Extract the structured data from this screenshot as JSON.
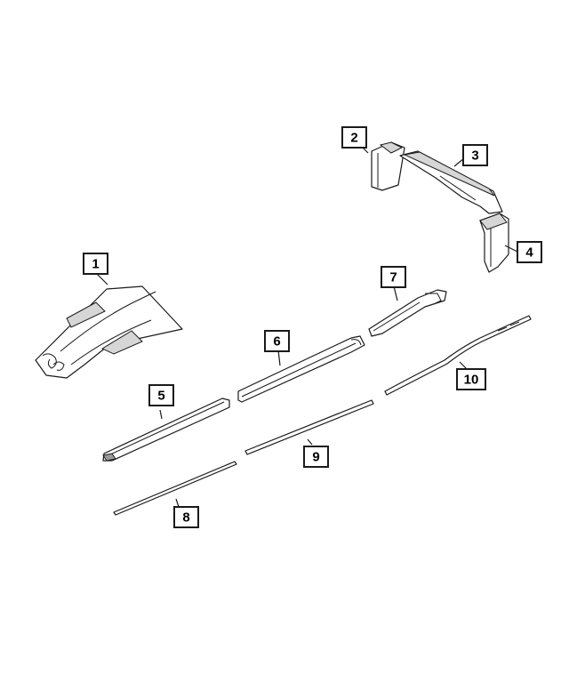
{
  "diagram": {
    "callouts": [
      {
        "number": "1",
        "part": "hood-decal"
      },
      {
        "number": "2",
        "part": "pillar-decal"
      },
      {
        "number": "3",
        "part": "roof-stripe"
      },
      {
        "number": "4",
        "part": "quarter-panel-decal"
      },
      {
        "number": "5",
        "part": "front-door-stripe"
      },
      {
        "number": "6",
        "part": "rear-door-stripe"
      },
      {
        "number": "7",
        "part": "quarter-stripe"
      },
      {
        "number": "8",
        "part": "lower-front-molding"
      },
      {
        "number": "9",
        "part": "lower-door-molding"
      },
      {
        "number": "10",
        "part": "lower-rear-molding"
      }
    ]
  }
}
